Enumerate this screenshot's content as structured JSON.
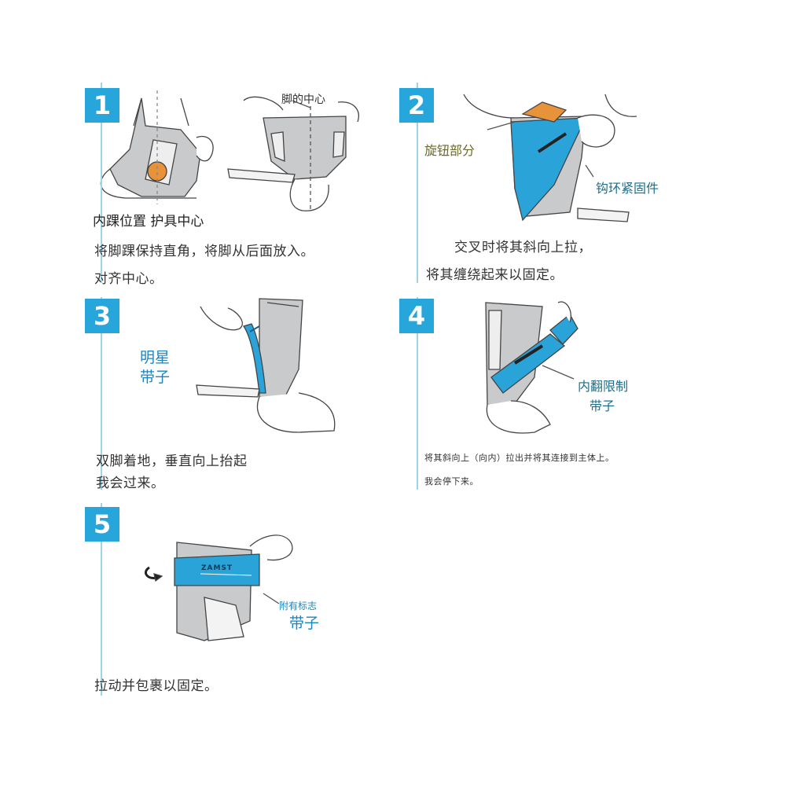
{
  "steps": [
    {
      "number": "1",
      "labels": {
        "center": "脚的中心",
        "malleolus": "内踝位置 护具中心"
      },
      "caption": [
        "将脚踝保持直角，将脚从后面放入。",
        "对齐中心。"
      ]
    },
    {
      "number": "2",
      "labels": {
        "knob": "旋钮部分",
        "hook": "钩环紧固件"
      },
      "caption": [
        "交叉时将其斜向上拉，",
        "将其缠绕起来以固定。"
      ]
    },
    {
      "number": "3",
      "labels": {
        "strap": [
          "明星",
          "带子"
        ]
      },
      "caption": [
        "双脚着地，垂直向上抬起",
        "我会过来。"
      ]
    },
    {
      "number": "4",
      "labels": {
        "strap": [
          "内翻限制",
          "带子"
        ]
      },
      "caption": [
        "将其斜向上（向内）拉出并将其连接到主体上。",
        "我会停下来。"
      ]
    },
    {
      "number": "5",
      "labels": {
        "strap": [
          "附有标志",
          "带子"
        ]
      },
      "caption": [
        "拉动并包裹以固定。"
      ]
    }
  ],
  "brand_text": "ZAMST",
  "colors": {
    "accent": "#27a6dc",
    "brace_gray": "#c9cacb",
    "strap_blue": "#2aa3d8",
    "orange": "#e8923a",
    "divider": "#9fd3ea"
  }
}
